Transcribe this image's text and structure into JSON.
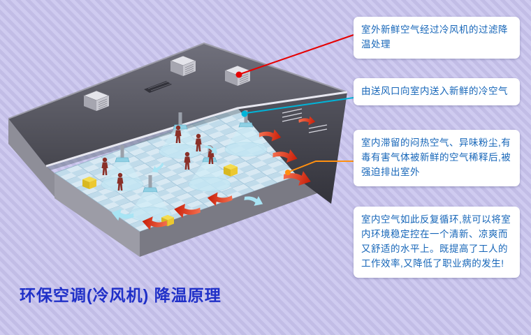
{
  "page": {
    "title": "环保空调(冷风机) 降温原理",
    "title_color": "#2030c8",
    "background_color": "#c8c3ea"
  },
  "callouts": [
    {
      "id": "outdoor-air",
      "text": "室外新鲜空气经过冷风机的过滤降温处理",
      "connector_color": "#e60000"
    },
    {
      "id": "supply-air",
      "text": "由送风口向室内送入新鲜的冷空气",
      "connector_color": "#00b4d8"
    },
    {
      "id": "exhaust-air",
      "text": "室内滞留的闷热空气、异味粉尘,有毒有害气体被新鲜的空气稀释后,被强迫排出室外",
      "connector_color": "#ff9010"
    },
    {
      "id": "circulation",
      "text": "室内空气如此反复循环,就可以将室内环境稳定控在一个清新、凉爽而又舒适的水平上。既提高了工人的工作效率,又降低了职业病的发生!"
    }
  ],
  "illustration_colors": {
    "roof": "#52525c",
    "right_wall": "#3c3c46",
    "floor_tile": "#d8e9f3",
    "exhaust_arrow": "#d82810",
    "supply_air": "#aee2f2",
    "machine": "#eccc30",
    "worker": "#8a3028"
  }
}
